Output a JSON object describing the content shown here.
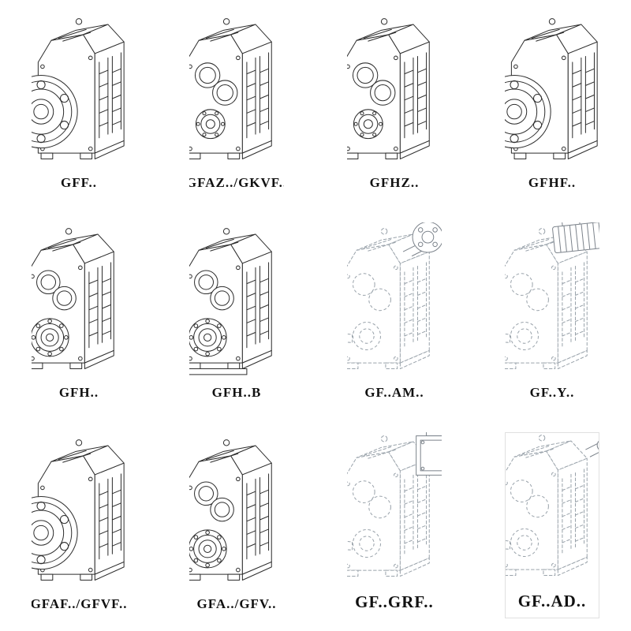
{
  "page": {
    "background": "#ffffff",
    "line_color_solid": "#2e2e2e",
    "line_color_dashed": "#9aa3ab"
  },
  "cells": [
    {
      "label": "GFF..",
      "symbol": "#gb-flange",
      "drawing": "gearbox-flange-output-shaft"
    },
    {
      "label": "GFAZ../GKVF..",
      "symbol": "#gb-face-a",
      "drawing": "gearbox-hollow-shaft-face"
    },
    {
      "label": "GFHZ..",
      "symbol": "#gb-face-a",
      "drawing": "gearbox-hollow-shaft-face"
    },
    {
      "label": "GFHF..",
      "symbol": "#gb-flange",
      "drawing": "gearbox-flange-output-shaft"
    },
    {
      "label": "GFH..",
      "symbol": "#gb-face-b",
      "drawing": "gearbox-shrink-disc-face"
    },
    {
      "label": "GFH..B",
      "symbol": "#gb-face-c",
      "drawing": "gearbox-shrink-disc-foot"
    },
    {
      "label": "GF..AM..",
      "symbol": "#gb-dash-flange",
      "drawing": "gearbox-dashed-iec-adapter-flange"
    },
    {
      "label": "GF..Y..",
      "symbol": "#gb-dash-motor",
      "drawing": "gearbox-dashed-with-motor"
    },
    {
      "label": "GFAF../GFVF..",
      "symbol": "#gb-flange",
      "drawing": "gearbox-flange-output-shaft"
    },
    {
      "label": "GFA../GFV..",
      "symbol": "#gb-face-b",
      "drawing": "gearbox-shrink-disc-face"
    },
    {
      "label": "GF..GRF..",
      "symbol": "#gb-dash-adapter",
      "drawing": "gearbox-dashed-input-adapter"
    },
    {
      "label": "GF..AD..",
      "symbol": "#gb-dash-plain",
      "drawing": "gearbox-dashed-input-shaft"
    }
  ]
}
